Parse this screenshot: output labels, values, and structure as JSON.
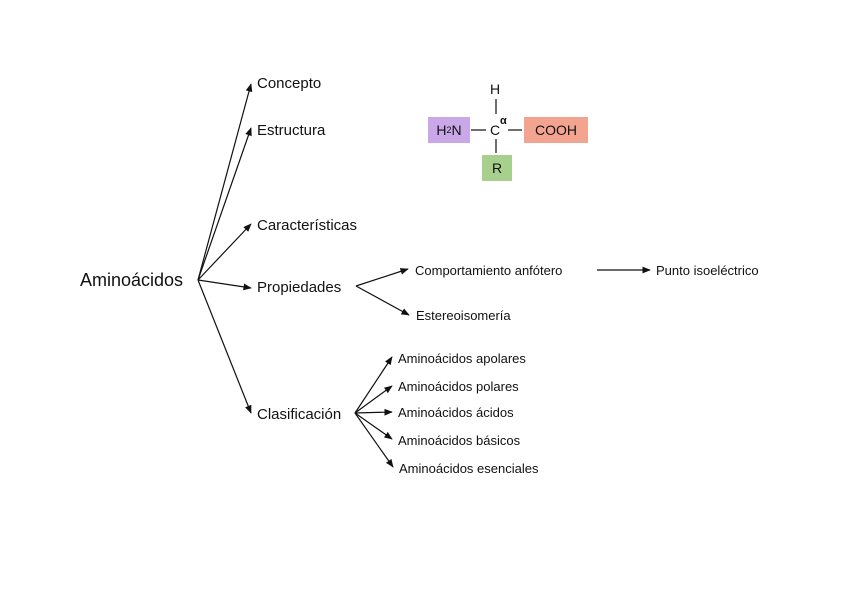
{
  "root": {
    "label": "Aminoácidos"
  },
  "branches": {
    "concepto": "Concepto",
    "estructura": "Estructura",
    "caracteristicas": "Características",
    "propiedades": "Propiedades",
    "clasificacion": "Clasificación"
  },
  "propiedades_children": {
    "comportamiento": "Comportamiento anfótero",
    "punto": "Punto isoeléctrico",
    "estereo": "Estereoisomería"
  },
  "clasificacion_children": [
    "Aminoácidos apolares",
    "Aminoácidos polares",
    "Aminoácidos ácidos",
    "Aminoácidos básicos",
    "Aminoácidos esenciales"
  ],
  "molecule": {
    "top": "H",
    "amine_main": "H",
    "amine_sub": "2",
    "amine_tail": "N",
    "center": "C",
    "alpha": "α",
    "acid": "COOH",
    "side": "R"
  },
  "colors": {
    "amine_box": "#c9a7e8",
    "acid_box": "#f2a490",
    "r_box": "#a8d08d"
  }
}
